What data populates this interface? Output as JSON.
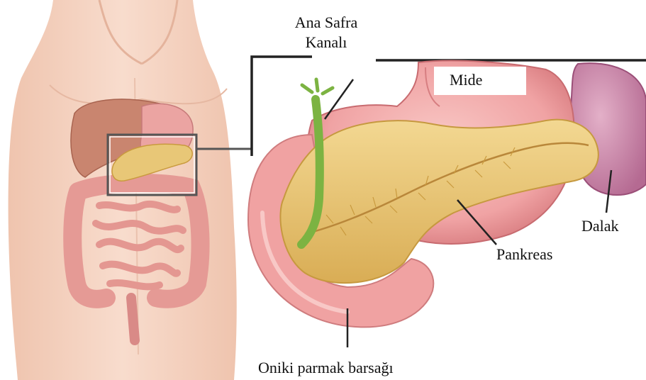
{
  "labels": {
    "bile_duct": "Ana Safra\nKanalı",
    "stomach": "Mide",
    "spleen": "Dalak",
    "pancreas": "Pankreas",
    "duodenum": "Oniki parmak barsağı"
  },
  "colors": {
    "skin": "#f6d6c6",
    "skin_shadow": "#e9b9a3",
    "stomach": "#f2a9a8",
    "stomach_dark": "#d97d80",
    "pancreas": "#e8c777",
    "pancreas_dark": "#c99a3e",
    "bile_duct": "#8cc63f",
    "spleen": "#c985a8",
    "intestine": "#e59a95",
    "leader_line": "#222222"
  }
}
